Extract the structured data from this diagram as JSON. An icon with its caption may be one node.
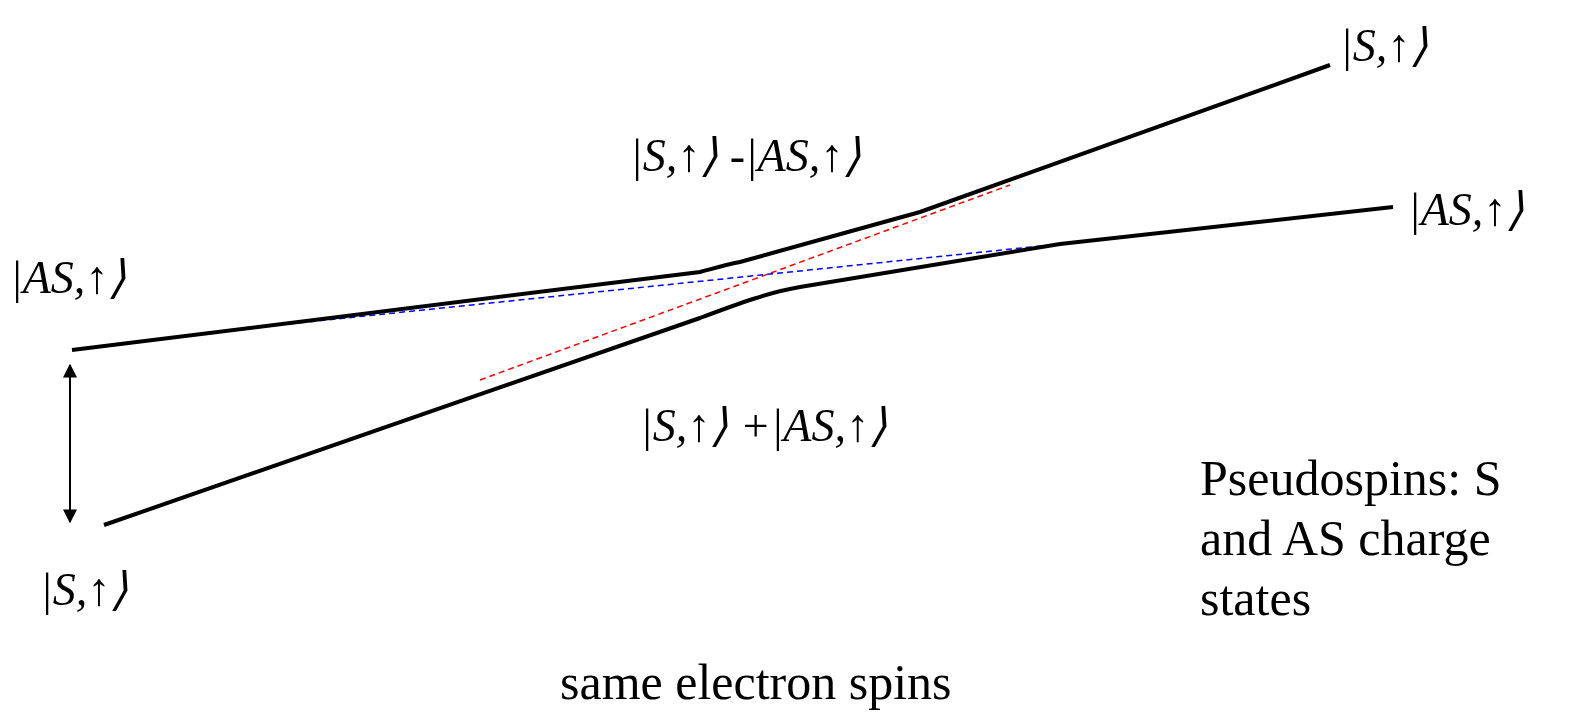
{
  "diagram": {
    "caption": "same electron spins",
    "labels": [
      "|S,↑⟩",
      "|S,↑⟩ -|AS,↑⟩",
      "|AS,↑⟩",
      "|AS,↑⟩",
      "|S,↑⟩ +|AS,↑⟩",
      "Pseudospins: S and AS charge states",
      "|S,↑⟩"
    ]
  }
}
